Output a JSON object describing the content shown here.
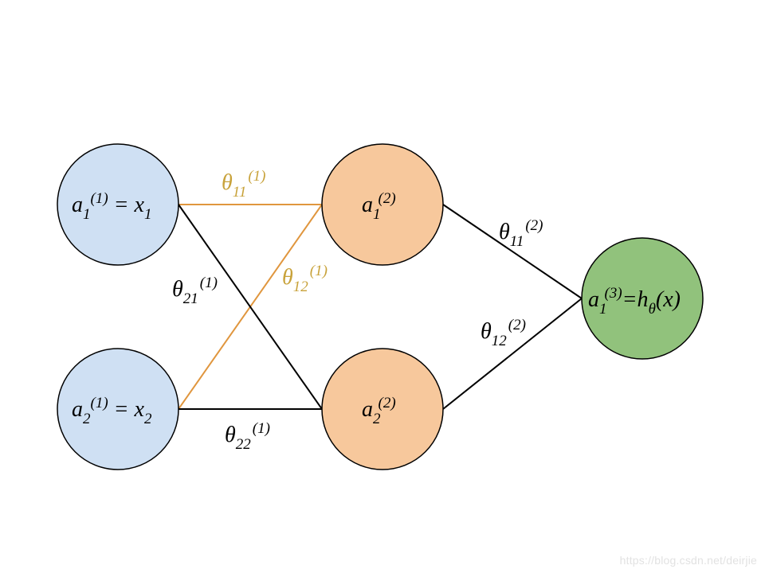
{
  "colors": {
    "input_fill": "#cfe0f3",
    "hidden_fill": "#f7c89c",
    "output_fill": "#91c27c",
    "node_stroke": "#000000",
    "edge_black": "#000000",
    "edge_orange": "#e0963e",
    "label_gold": "#c8a23a",
    "label_black": "#000000"
  },
  "nodes": {
    "input1": {
      "base": "a",
      "sub": "1",
      "sup": "(1)",
      "tail": " = x",
      "tail_sub": "1"
    },
    "input2": {
      "base": "a",
      "sub": "2",
      "sup": "(1)",
      "tail": " = x",
      "tail_sub": "2"
    },
    "hidden1": {
      "base": "a",
      "sub": "1",
      "sup": "(2)"
    },
    "hidden2": {
      "base": "a",
      "sub": "2",
      "sup": "(2)"
    },
    "output1": {
      "base": "a",
      "sub": "1",
      "sup": "(3)",
      "tail": "=h",
      "tail_sub": "θ",
      "tail_end": "(x)"
    }
  },
  "weights": {
    "w11_1": {
      "base": "θ",
      "sub": "11",
      "sup": "(1)"
    },
    "w21_1": {
      "base": "θ",
      "sub": "21",
      "sup": "(1)"
    },
    "w12_1": {
      "base": "θ",
      "sub": "12",
      "sup": "(1)"
    },
    "w22_1": {
      "base": "θ",
      "sub": "22",
      "sup": "(1)"
    },
    "w11_2": {
      "base": "θ",
      "sub": "11",
      "sup": "(2)"
    },
    "w12_2": {
      "base": "θ",
      "sub": "12",
      "sup": "(2)"
    }
  },
  "watermark": "https://blog.csdn.net/deirjie"
}
